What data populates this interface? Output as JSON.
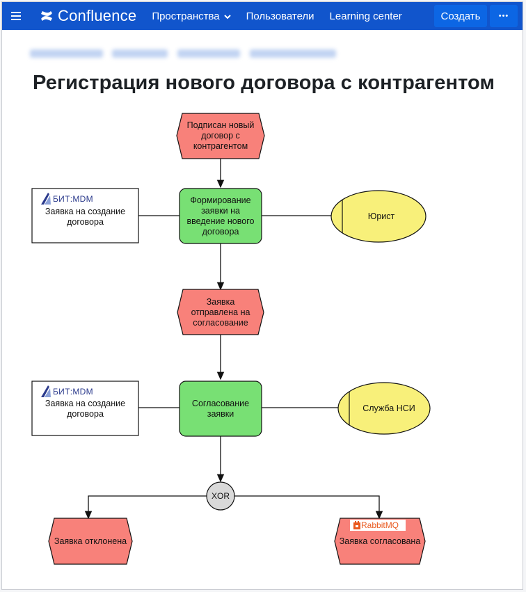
{
  "app": {
    "logo_text": "Confluence",
    "nav": [
      {
        "label": "Пространства"
      },
      {
        "label": "Пользователи"
      },
      {
        "label": "Learning center"
      }
    ],
    "create_label": "Создать",
    "more_label": "•••"
  },
  "page": {
    "title": "Регистрация нового договора с контрагентом"
  },
  "diagram": {
    "event_start": "Подписан новый договор с контрагентом",
    "func_form": "Формирование заявки на введение нового договора",
    "role_lawyer": "Юрист",
    "doc1_system": "БИТ:MDM",
    "doc1_text": "Заявка на создание договора",
    "event_sent": "Заявка отправлена на согласование",
    "func_approve": "Согласование заявки",
    "role_nsi": "Служба НСИ",
    "doc2_system": "БИТ:MDM",
    "doc2_text": "Заявка на создание договора",
    "xor_label": "XOR",
    "event_rejected": "Заявка отклонена",
    "event_approved": "Заявка согласована",
    "approved_system": "RabbitMQ"
  },
  "colors": {
    "nav_bg": "#1155cc",
    "event_fill": "#f8817a",
    "function_fill": "#78e074",
    "role_fill": "#f8f07a",
    "xor_fill": "#d9d9d9"
  }
}
